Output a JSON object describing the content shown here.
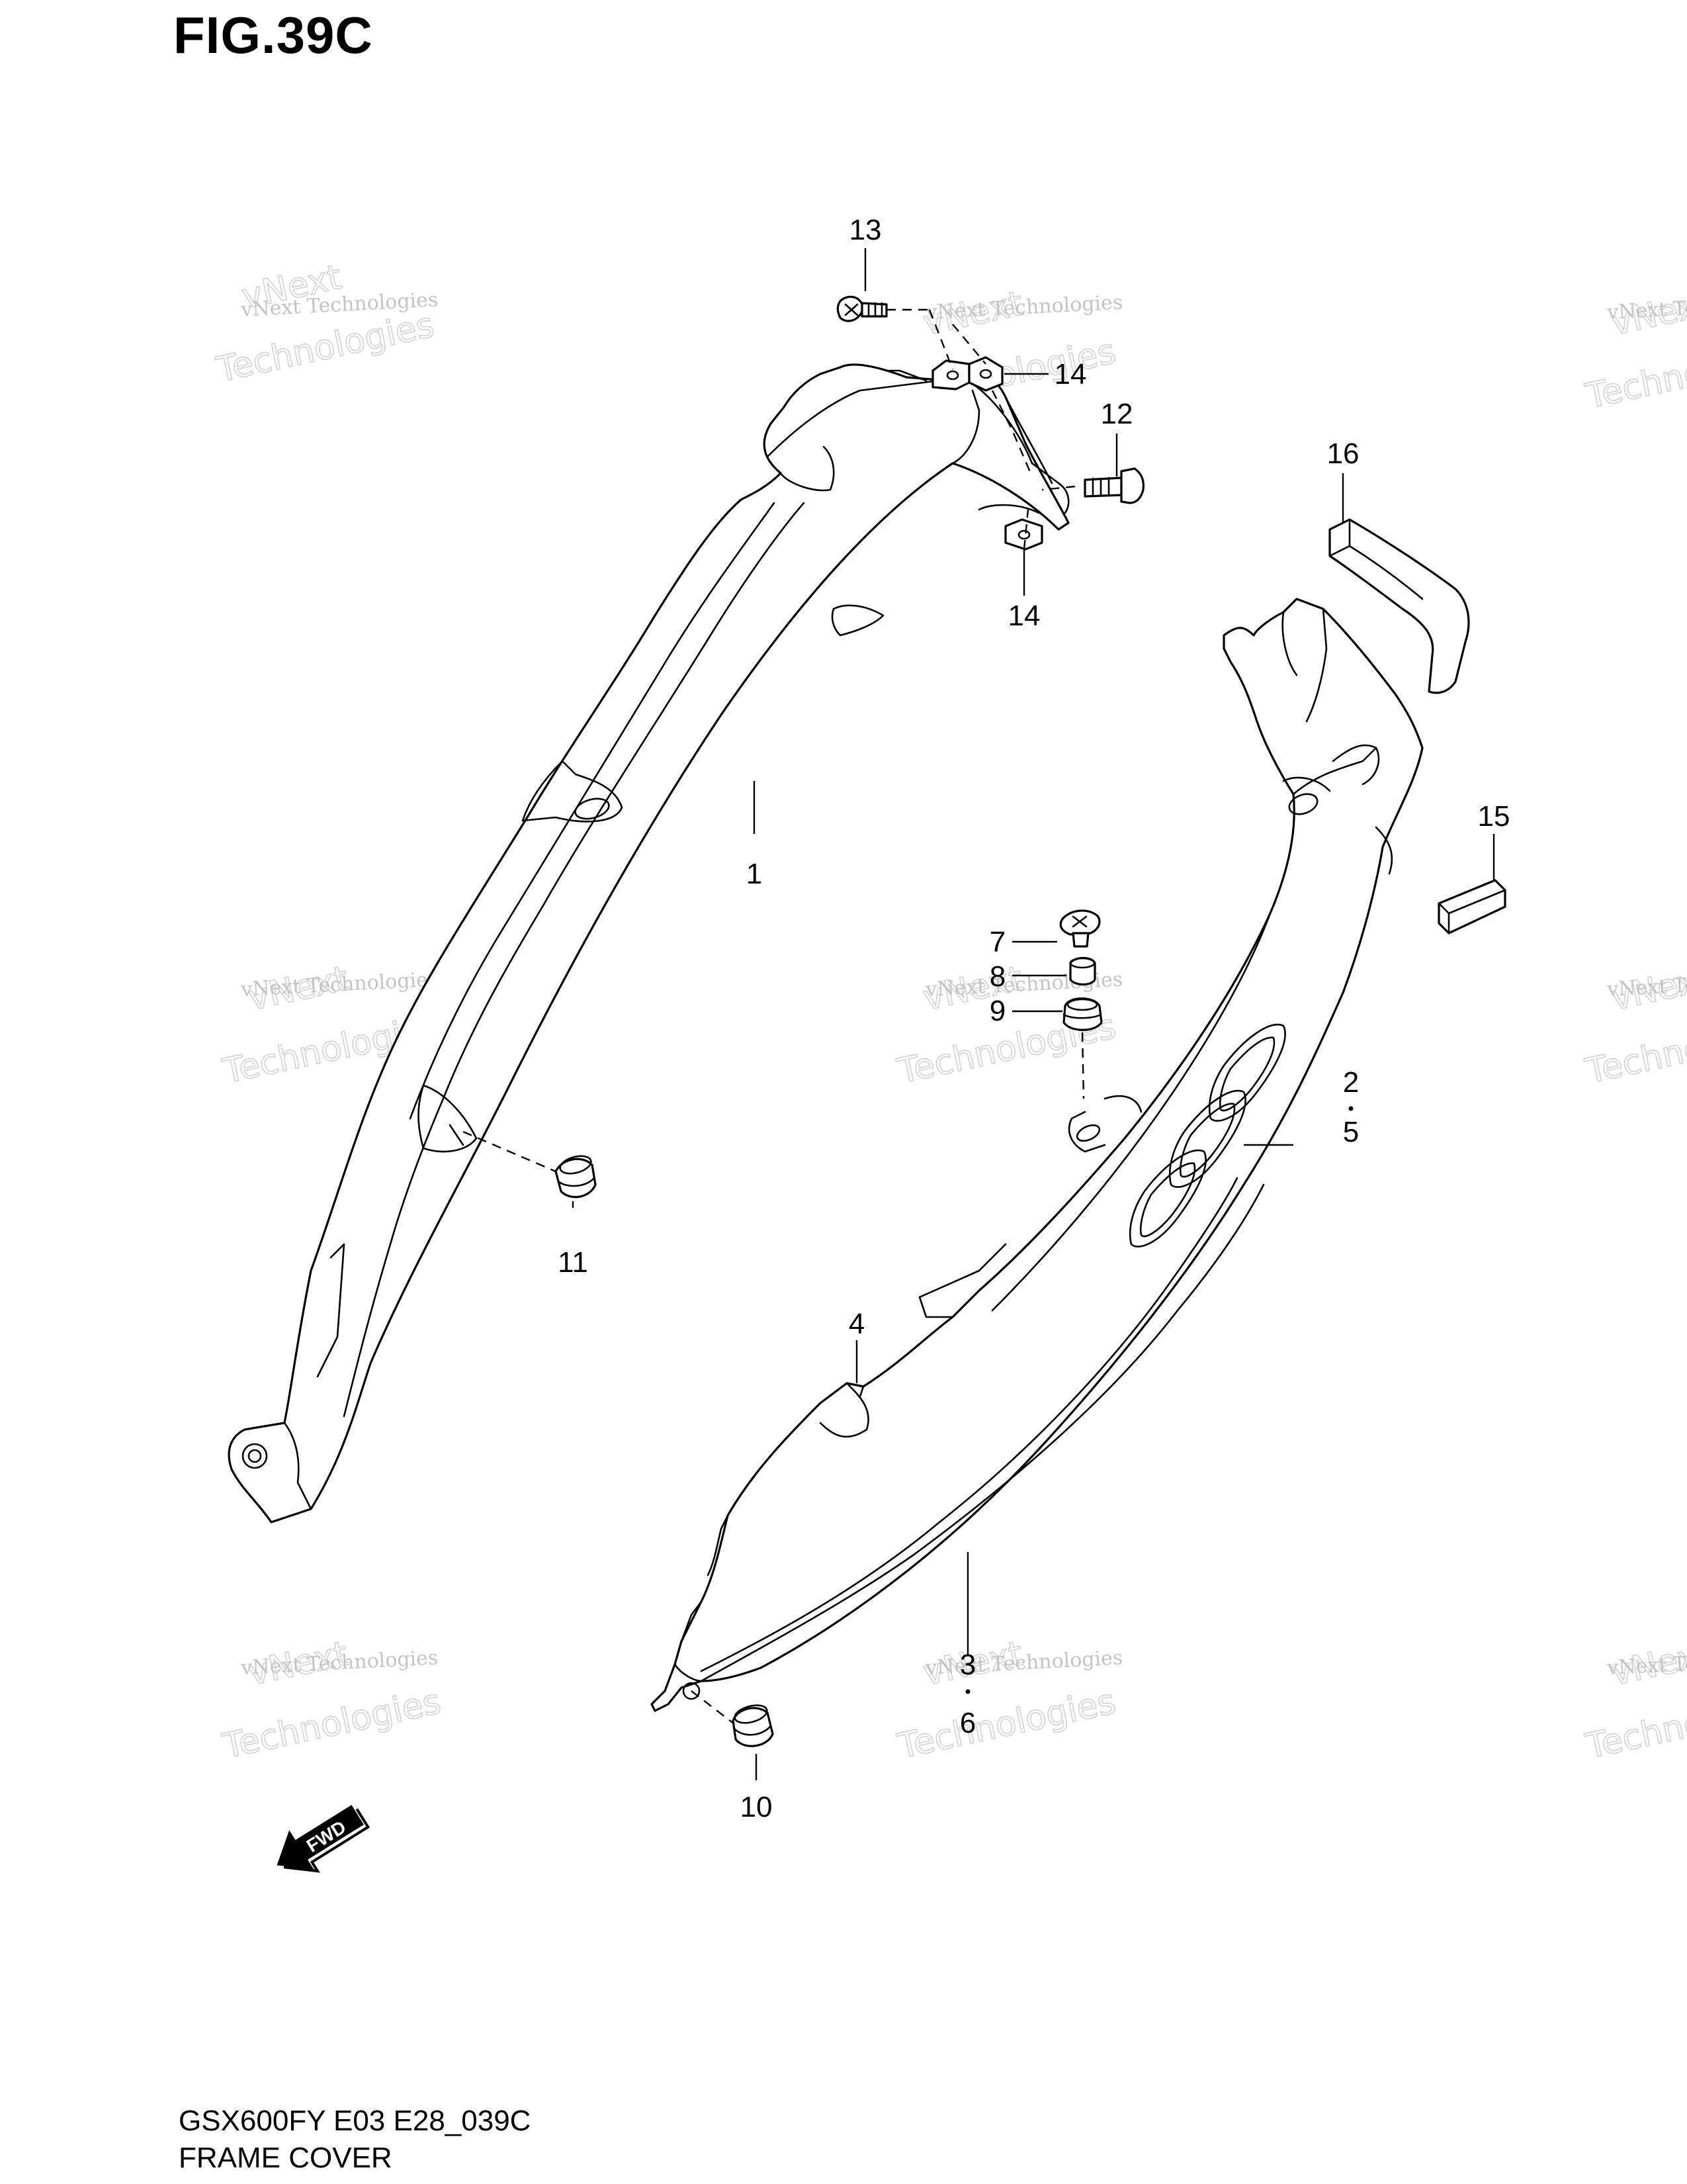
{
  "title": "FIG.39C",
  "footer": {
    "code": "GSX600FY E03 E28_039C",
    "name": "FRAME COVER"
  },
  "watermark": {
    "line1": "vNext Technologies",
    "line2": "vNext",
    "line3": "Technologies"
  },
  "fwd_label": "FWD",
  "callouts": {
    "c1": "1",
    "c2": "2",
    "c3": "3",
    "c4": "4",
    "c5": "5",
    "c6": "6",
    "c7": "7",
    "c8": "8",
    "c9": "9",
    "c10": "10",
    "c11": "11",
    "c12": "12",
    "c13": "13",
    "c14a": "14",
    "c14b": "14",
    "c15": "15",
    "c16": "16"
  }
}
